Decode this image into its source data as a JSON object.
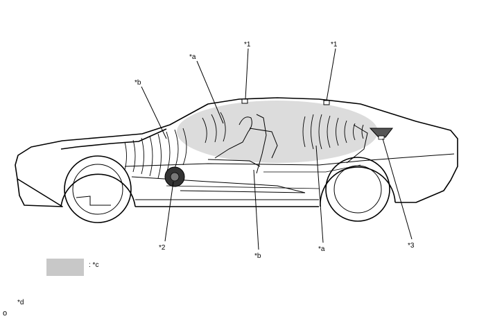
{
  "callouts": {
    "c1a": "*1",
    "c1b": "*1",
    "ca_top": "*a",
    "cb_top": "*b",
    "c2": "*2",
    "cb_bottom": "*b",
    "ca_bottom": "*a",
    "c3": "*3"
  },
  "legend": {
    "swatch_color": "#c8c8c8",
    "label": ": *c"
  },
  "notes": {
    "d": "*d",
    "o": "o"
  }
}
